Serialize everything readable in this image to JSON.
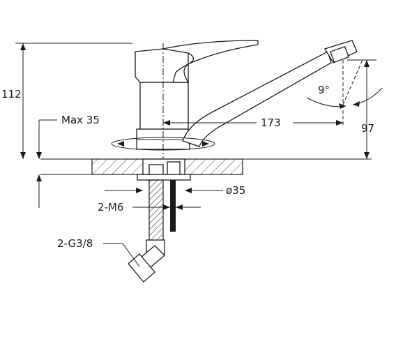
{
  "dimensions": {
    "height_total": "112",
    "max_thickness": "Max 35",
    "spout_reach": "173",
    "spout_height": "97",
    "swivel_angle": "9°",
    "mount_hole_diameter": "ø35",
    "studs": "2-M6",
    "hose_connection": "2-G3/8"
  }
}
